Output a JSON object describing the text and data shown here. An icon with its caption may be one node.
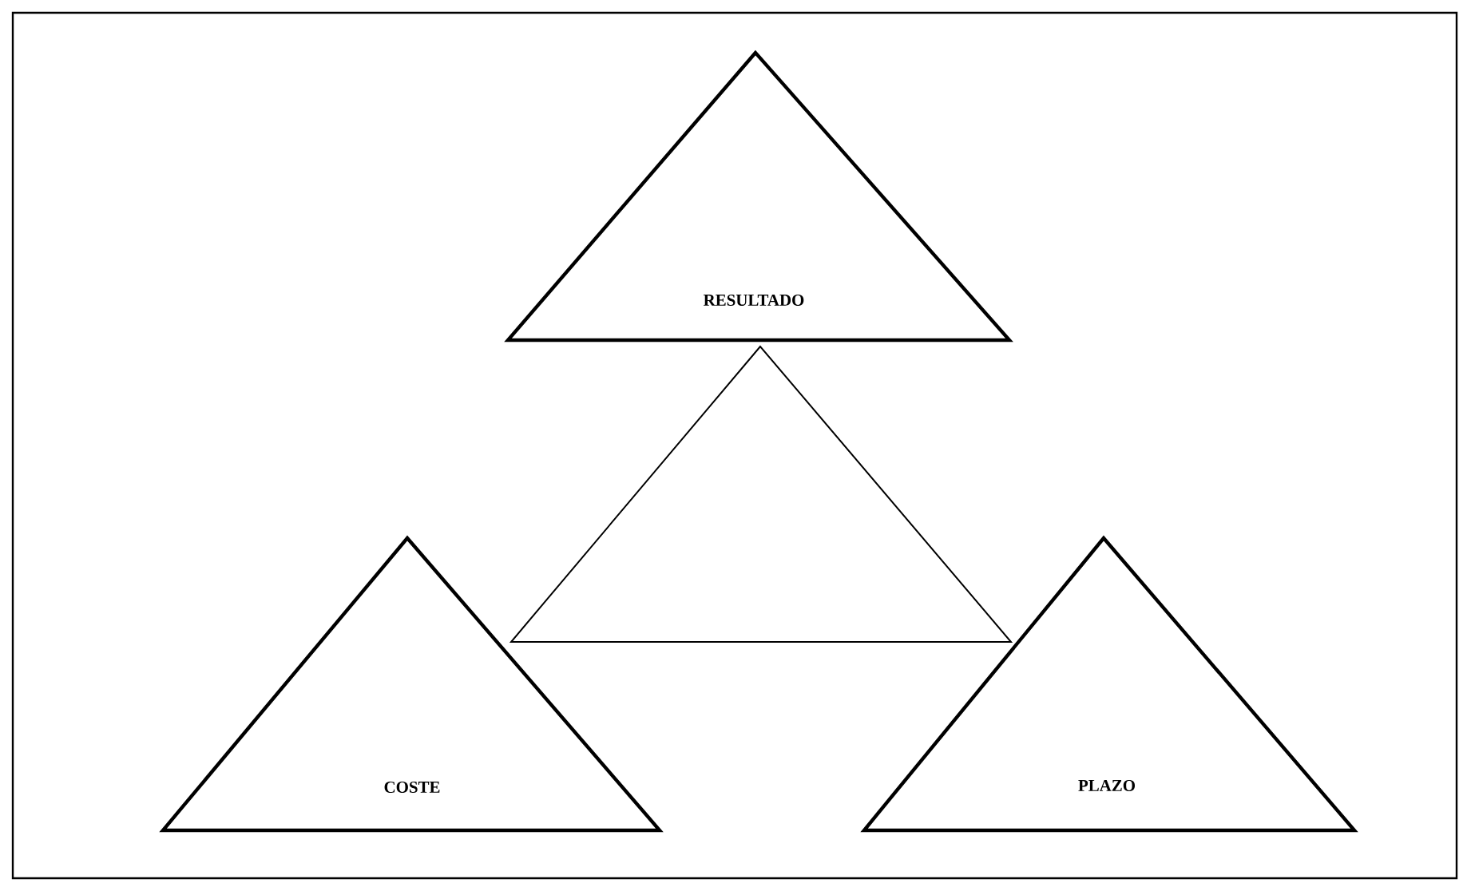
{
  "diagram": {
    "nodes": [
      {
        "text": [
          "RESULTADO"
        ]
      },
      {
        "text": [],
        "shape": "triangle"
      },
      {
        "text": [
          "COSTE"
        ]
      },
      {
        "text": [
          "PLAZO"
        ]
      }
    ]
  }
}
